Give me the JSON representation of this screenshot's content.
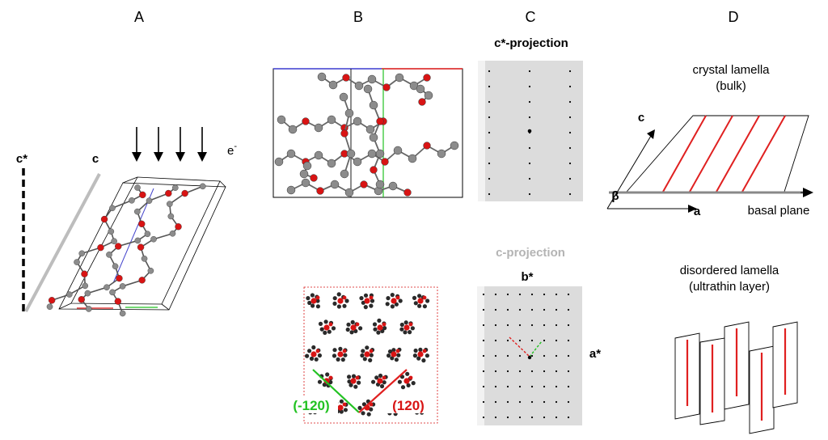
{
  "panels": {
    "A": {
      "letter": "A",
      "c_star": "c*",
      "c": "c",
      "electron": "e",
      "electron_sup": "-"
    },
    "B": {
      "letter": "B"
    },
    "C": {
      "letter": "C",
      "top_title": "c*-projection",
      "bottom_title": "c-projection",
      "b_star": "b*",
      "a_star": "a*"
    },
    "D": {
      "letter": "D",
      "top_title_1": "crystal lamella",
      "top_title_2": "(bulk)",
      "axis_c": "c",
      "axis_beta": "β",
      "axis_a": "a",
      "basal": "basal plane",
      "bottom_title_1": "disordered lamella",
      "bottom_title_2": "(ultrathin layer)"
    },
    "planes": {
      "left": "(-120)",
      "right": "(120)"
    }
  },
  "colors": {
    "oxygen": "#d81414",
    "carbon": "#8c8c8c",
    "green": "#22c222",
    "red_line": "#e02020",
    "c_projection": "#b4b4b4",
    "diffraction_bg": "#dcdcdc"
  }
}
